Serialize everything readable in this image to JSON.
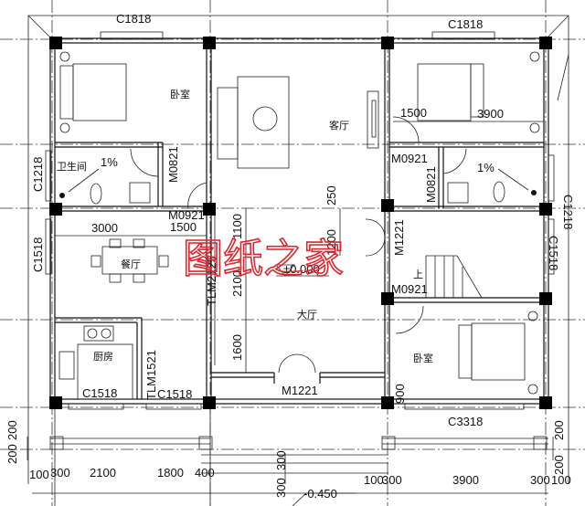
{
  "rooms": {
    "bedroom_nw": "卧室",
    "bathroom_w": "卫生间",
    "living_room": "客厅",
    "dining": "餐厅",
    "kitchen": "厨房",
    "hall": "大厅",
    "bedroom_se": "卧室",
    "slope_w": "1%",
    "slope_e": "1%",
    "stair_up": "上"
  },
  "openings": {
    "window_top_left": "C1818",
    "window_top_right": "C1818",
    "window_bath_w": "C1218",
    "window_bath_e": "C1218",
    "window_dining": "C1518",
    "window_right_mid": "C1518",
    "window_kitchen": "C1518",
    "window_hall_w": "C1518",
    "window_bedroom_se": "C3318",
    "door_bath_w": "M0821",
    "door_bedroom_w": "M0921",
    "door_bedroom_e": "M0921",
    "door_bath_e": "M0821",
    "door_hall_e": "M1221",
    "door_bedroom_se": "M0921",
    "door_main": "M1221",
    "sliding_dining": "TLM2125",
    "sliding_kitchen": "TLM1521"
  },
  "dimensions": {
    "d3000": "3000",
    "d1500_w": "1500",
    "d1500_e": "1500",
    "d3900_top": "3900",
    "d1100": "1100",
    "d2100": "2100",
    "d1600": "1600",
    "d250": "250",
    "d1200": "1200",
    "d900": "900",
    "left_200a": "200",
    "left_200b": "200",
    "right_200a": "200",
    "right_200b": "200",
    "mid_300a": "300",
    "mid_300b": "300",
    "bottom": [
      "100",
      "300",
      "2100",
      "1800",
      "400",
      "100",
      "300",
      "3900",
      "300",
      "100"
    ]
  },
  "levels": {
    "floor": "±0.000",
    "outside": "-0.450"
  },
  "watermark": "图纸之家"
}
